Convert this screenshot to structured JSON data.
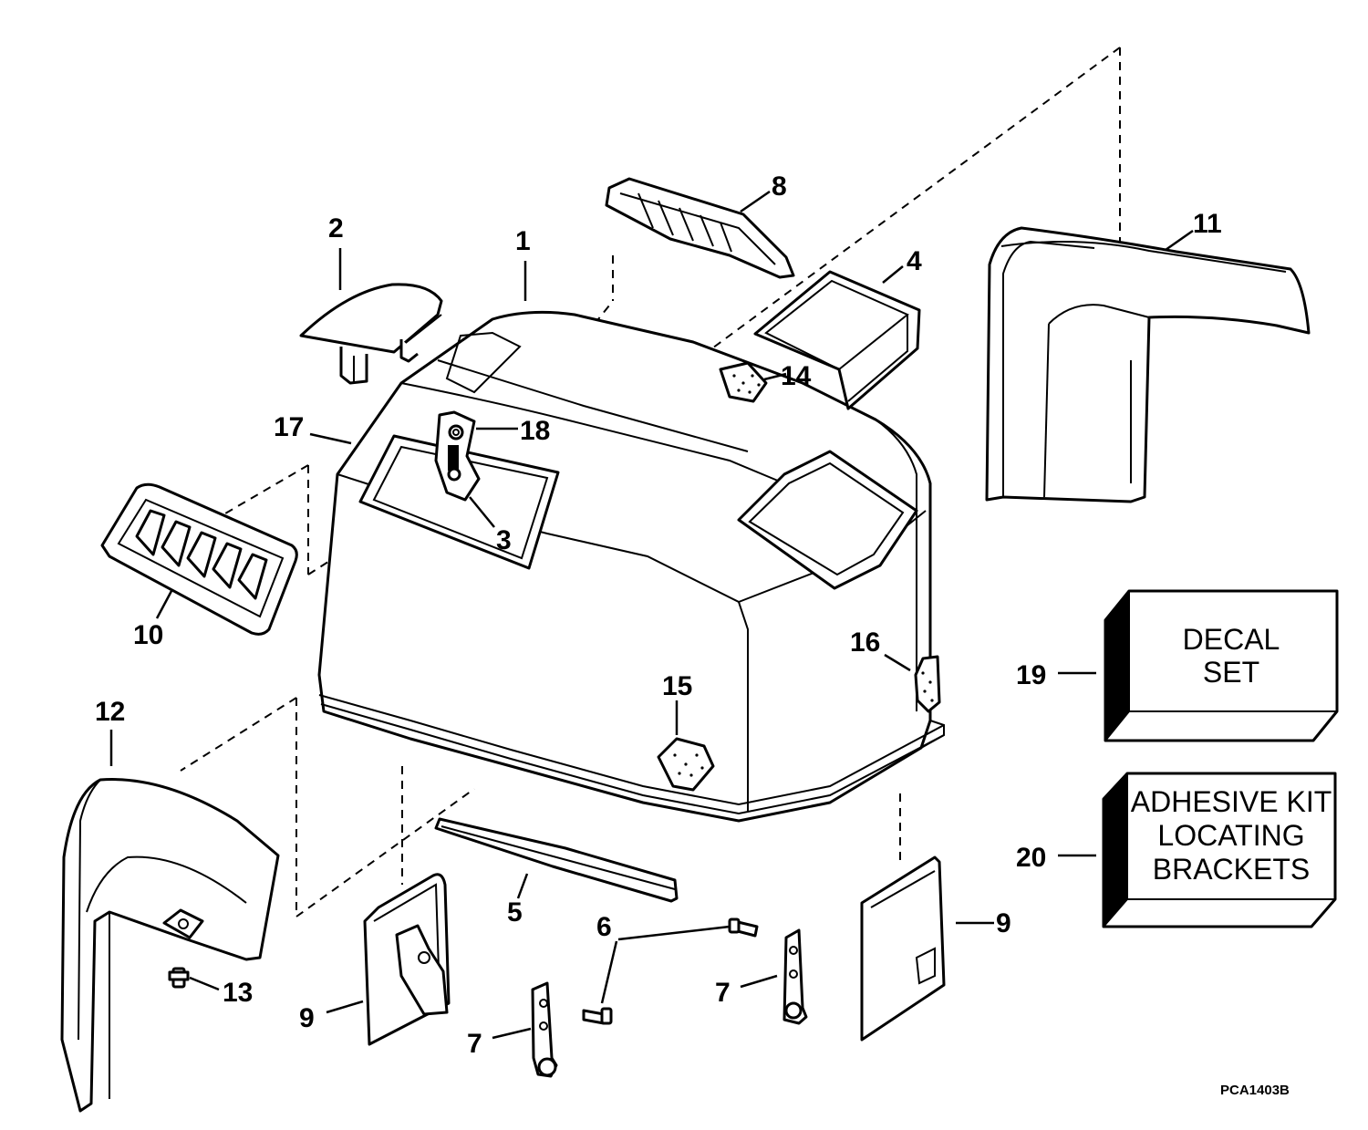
{
  "callouts": {
    "c1": "1",
    "c2": "2",
    "c3": "3",
    "c4": "4",
    "c5": "5",
    "c6": "6",
    "c7a": "7",
    "c7b": "7",
    "c8": "8",
    "c9a": "9",
    "c9b": "9",
    "c10": "10",
    "c11": "11",
    "c12": "12",
    "c13": "13",
    "c14": "14",
    "c15": "15",
    "c16": "16",
    "c17": "17",
    "c18": "18",
    "c19": "19",
    "c20": "20"
  },
  "decal_box": {
    "line1": "DECAL",
    "line2": "SET"
  },
  "adhesive_box": {
    "line1": "ADHESIVE KIT",
    "line2": "LOCATING",
    "line3": "BRACKETS"
  },
  "figure_code": "PCA1403B"
}
